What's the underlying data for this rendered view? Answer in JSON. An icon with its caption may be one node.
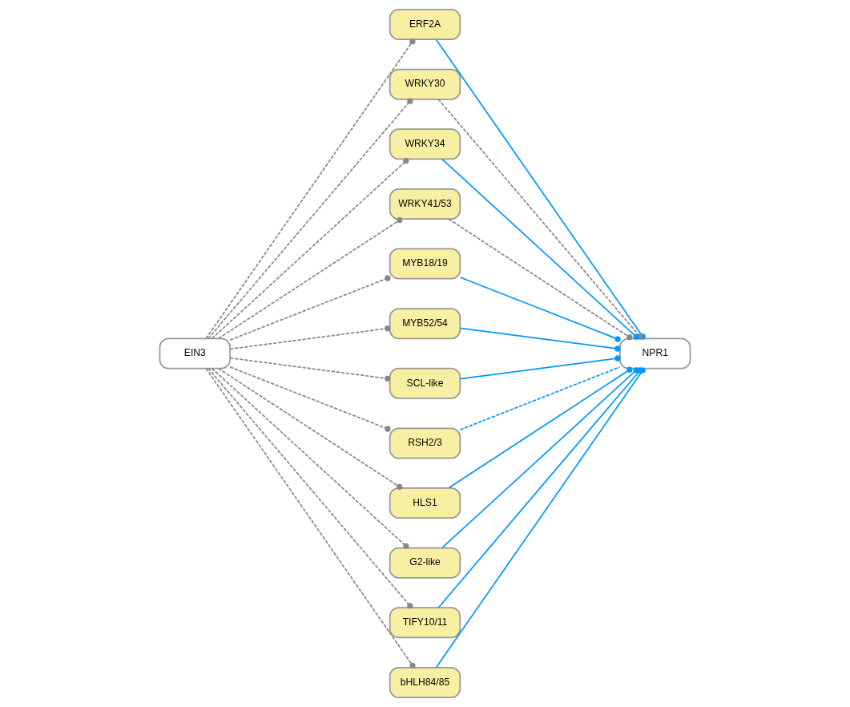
{
  "diagram": {
    "nodes": [
      {
        "text": [
          "EIN3"
        ]
      },
      {
        "text": [
          "ERF2A"
        ]
      },
      {
        "text": [
          "WRKY30"
        ]
      },
      {
        "text": [
          "WRKY34"
        ]
      },
      {
        "text": [
          "WRKY41/53"
        ]
      },
      {
        "text": [
          "MYB18/19"
        ]
      },
      {
        "text": [
          "MYB52/54"
        ]
      },
      {
        "text": [
          "SCL-like"
        ]
      },
      {
        "text": [
          "RSH2/3"
        ]
      },
      {
        "text": [
          "HLS1"
        ]
      },
      {
        "text": [
          "G2-like"
        ]
      },
      {
        "text": [
          "TIFY10/11"
        ]
      },
      {
        "text": [
          "bHLH84/85"
        ]
      },
      {
        "text": [
          "NPR1"
        ]
      }
    ],
    "edges": [
      {
        "from": 0,
        "to": 1,
        "arrow": "other",
        "style": "dashed"
      },
      {
        "from": 0,
        "to": 2,
        "arrow": "other",
        "style": "dashed"
      },
      {
        "from": 0,
        "to": 3,
        "arrow": "other",
        "style": "dashed"
      },
      {
        "from": 0,
        "to": 4,
        "arrow": "other",
        "style": "dashed"
      },
      {
        "from": 0,
        "to": 5,
        "arrow": "other",
        "style": "dashed"
      },
      {
        "from": 0,
        "to": 6,
        "arrow": "other",
        "style": "dashed"
      },
      {
        "from": 0,
        "to": 7,
        "arrow": "other",
        "style": "dashed"
      },
      {
        "from": 0,
        "to": 8,
        "arrow": "other",
        "style": "dashed"
      },
      {
        "from": 0,
        "to": 9,
        "arrow": "other",
        "style": "dashed"
      },
      {
        "from": 0,
        "to": 10,
        "arrow": "other",
        "style": "dashed"
      },
      {
        "from": 0,
        "to": 11,
        "arrow": "other",
        "style": "dashed"
      },
      {
        "from": 0,
        "to": 12,
        "arrow": "other",
        "style": "dashed"
      },
      {
        "from": 1,
        "to": 13,
        "arrow": "other",
        "color": "#0099ff"
      },
      {
        "from": 2,
        "to": 13,
        "arrow": "other",
        "style": "dashed"
      },
      {
        "from": 3,
        "to": 13,
        "arrow": "other",
        "color": "#0099ff"
      },
      {
        "from": 4,
        "to": 13,
        "arrow": "other",
        "style": "dashed"
      },
      {
        "from": 5,
        "to": 13,
        "arrow": "other",
        "color": "#0099ff"
      },
      {
        "from": 6,
        "to": 13,
        "arrow": "other",
        "color": "#0099ff"
      },
      {
        "from": 7,
        "to": 13,
        "arrow": "other",
        "color": "#0099ff"
      },
      {
        "from": 8,
        "to": 13,
        "arrow": "none",
        "style": "dashed",
        "color": "#0099ff"
      },
      {
        "from": 9,
        "to": 13,
        "arrow": "other",
        "color": "#0099ff"
      },
      {
        "from": 10,
        "to": 13,
        "arrow": "other",
        "color": "#0099ff"
      },
      {
        "from": 11,
        "to": 13,
        "arrow": "other",
        "color": "#0099ff"
      },
      {
        "from": 12,
        "to": 13,
        "arrow": "other",
        "color": "#0099ff"
      }
    ]
  }
}
